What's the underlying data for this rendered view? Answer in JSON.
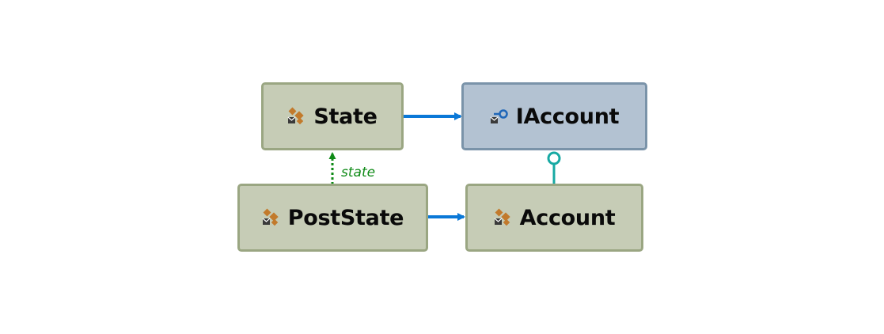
{
  "nodes": {
    "state": {
      "label": "State",
      "kind": "class",
      "icon": "class-icon"
    },
    "iaccount": {
      "label": "IAccount",
      "kind": "interface",
      "icon": "interface-icon"
    },
    "poststate": {
      "label": "PostState",
      "kind": "class",
      "icon": "class-icon"
    },
    "account": {
      "label": "Account",
      "kind": "class",
      "icon": "class-icon"
    }
  },
  "edges": [
    {
      "from": "State",
      "to": "IAccount",
      "kind": "association",
      "label": ""
    },
    {
      "from": "PostState",
      "to": "Account",
      "kind": "association",
      "label": ""
    },
    {
      "from": "PostState",
      "to": "State",
      "kind": "inheritance",
      "label": "state"
    },
    {
      "from": "Account",
      "to": "IAccount",
      "kind": "implementation",
      "label": ""
    }
  ],
  "edge_labels": {
    "inheritance": "state"
  },
  "colors": {
    "class_fill": "#c6ccb6",
    "class_border": "#9aa682",
    "interface_fill": "#b3c2d2",
    "interface_border": "#7a93a9",
    "association": "#0a78d7",
    "inheritance": "#0e8a16",
    "implementation": "#17a9a3"
  }
}
